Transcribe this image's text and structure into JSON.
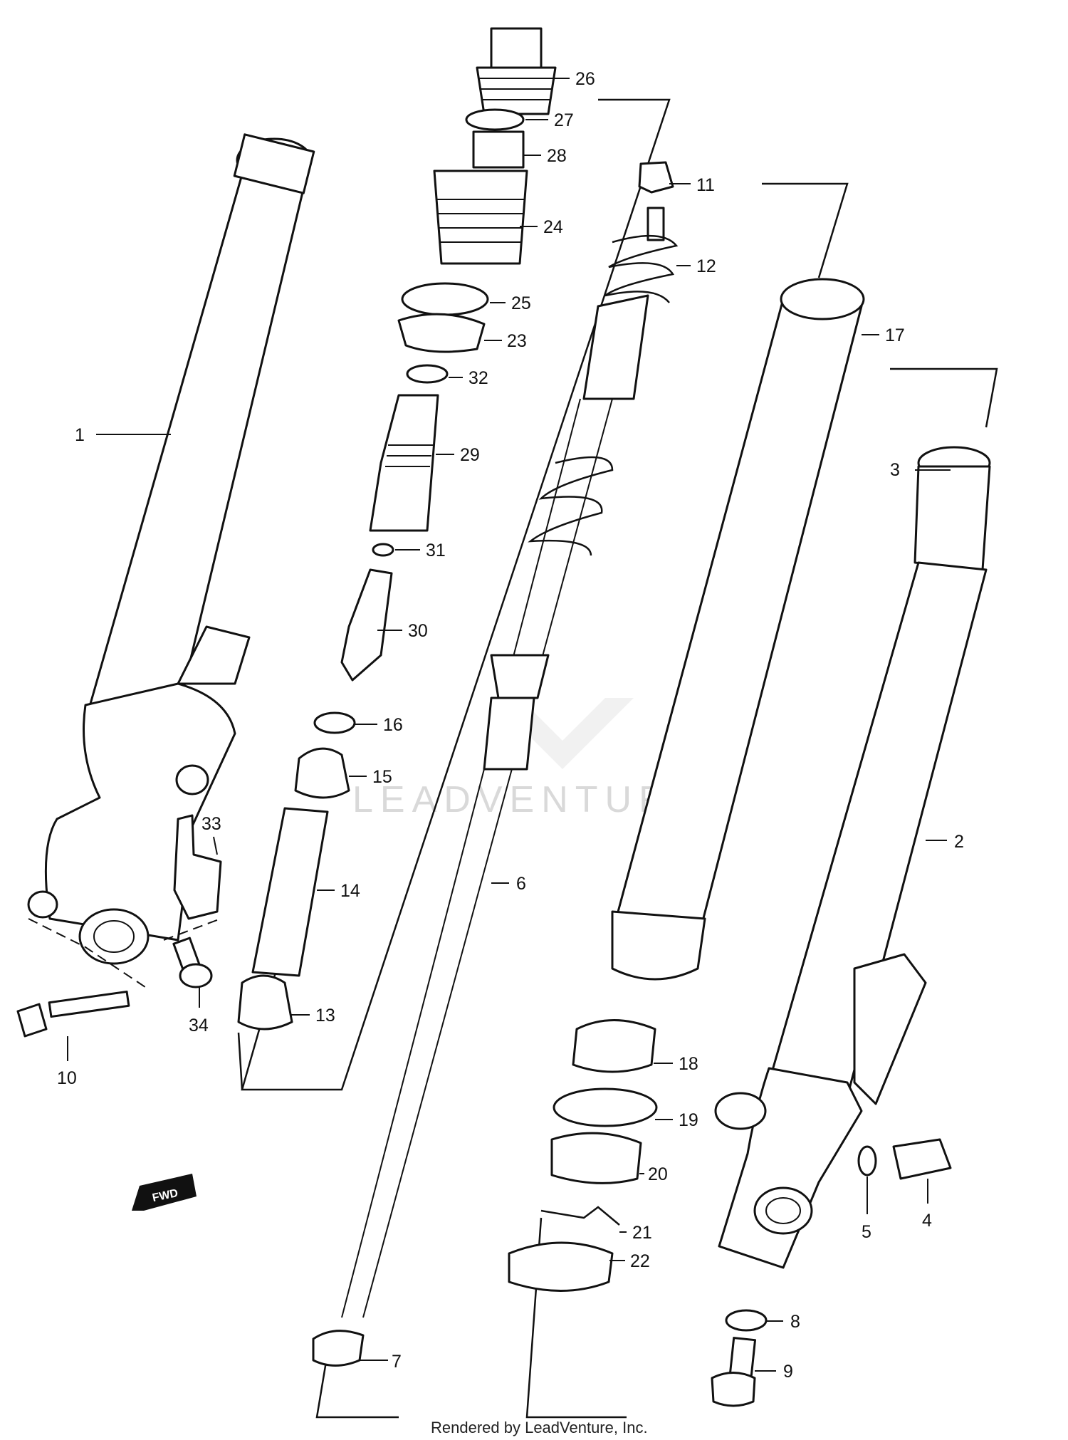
{
  "watermark": "LEADVENTURE",
  "footer_credit": "Rendered by LeadVenture, Inc.",
  "fwd_label": "FWD",
  "labels": [
    "1",
    "2",
    "3",
    "4",
    "5",
    "6",
    "7",
    "8",
    "9",
    "10",
    "11",
    "12",
    "13",
    "14",
    "15",
    "16",
    "17",
    "18",
    "19",
    "20",
    "21",
    "22",
    "23",
    "24",
    "25",
    "26",
    "27",
    "28",
    "29",
    "30",
    "31",
    "32",
    "33",
    "34"
  ],
  "colors": {
    "ink": "#111111",
    "paper": "#ffffff",
    "watermark": "#d9d9d9"
  }
}
